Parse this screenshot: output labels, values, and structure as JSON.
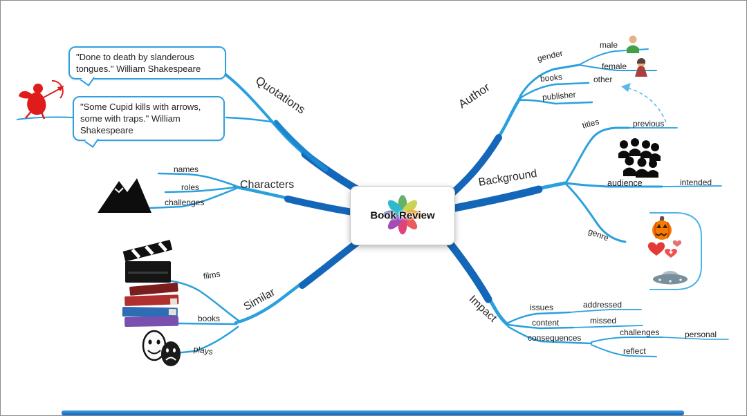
{
  "center": {
    "title": "Book Review"
  },
  "colors": {
    "branch_dark": "#1467b8",
    "branch_mid": "#1d86d0",
    "branch_light": "#2aa0dd",
    "bubble_border": "#2f9fe0",
    "cupid_red": "#e01b1b",
    "bottom_bar": "#1565c0"
  },
  "quotations": {
    "label": "Quotations",
    "quote1": "\"Done to death by slanderous tongues.\" William Shakespeare",
    "quote2": "\"Some Cupid kills with arrows, some with traps.\" William Shakespeare"
  },
  "characters": {
    "label": "Characters",
    "names": "names",
    "roles": "roles",
    "challenges": "challenges"
  },
  "similar": {
    "label": "Similar",
    "films": "films",
    "books": "books",
    "plays": "plays"
  },
  "author": {
    "label": "Author",
    "gender": "gender",
    "male": "male",
    "female": "female",
    "other": "other",
    "books": "books",
    "publisher": "publisher"
  },
  "background": {
    "label": "Background",
    "titles": "titles",
    "previous": "previous",
    "audience": "audience",
    "intended": "intended",
    "genre": "genre"
  },
  "impact": {
    "label": "Impact",
    "issues": "issues",
    "addressed": "addressed",
    "content": "content",
    "missed": "missed",
    "consequences": "consequences",
    "challenges": "challenges",
    "personal": "personal",
    "reflect": "reflect"
  },
  "icons": {
    "quotations": "cupid-icon",
    "characters": "mountain-icon",
    "films": "clapperboard-icon",
    "books": "book-stack-icon",
    "plays": "theater-masks-icon",
    "male": "male-person-icon",
    "female": "female-person-icon",
    "audience": "audience-group-icon",
    "genre": [
      "pumpkin-icon",
      "hearts-icon",
      "ufo-icon"
    ]
  }
}
